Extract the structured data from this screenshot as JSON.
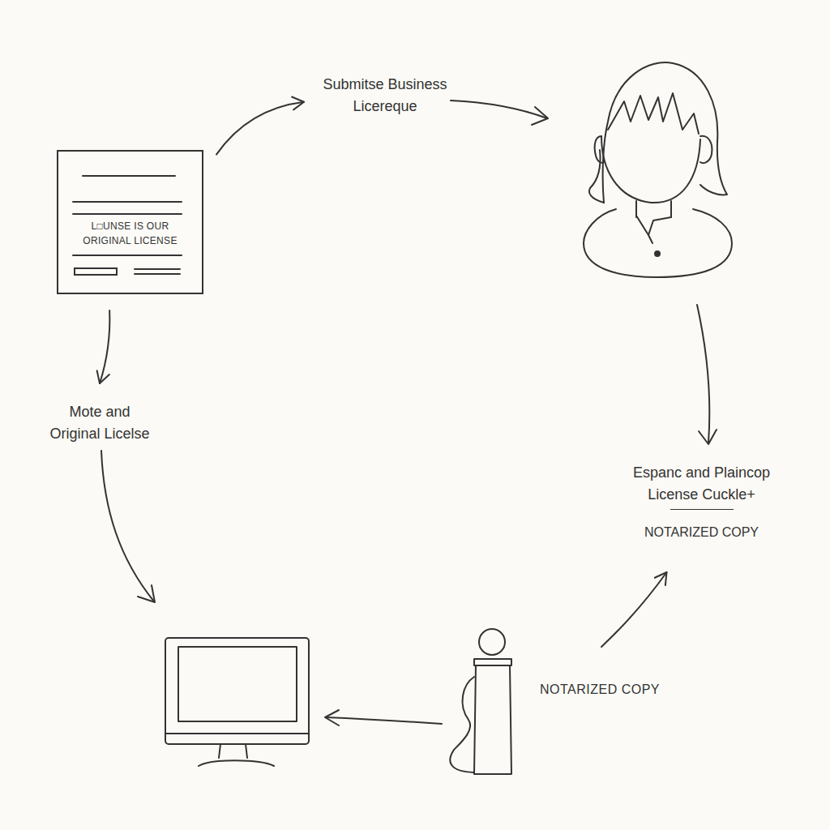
{
  "diagram": {
    "nodes": [
      {
        "text": [
          "L□UNSE IS OUR ORIGINAL LICENSE"
        ]
      },
      {
        "text": [
          "Submitse Business Licereque"
        ]
      },
      {
        "text": [
          "Mote and Original Licelse"
        ]
      },
      {
        "text": [
          "Espanc and Plaincop License Cuckle+",
          "NOTARIZED COPY"
        ]
      },
      {
        "text": [
          "NOTARIZED COPY"
        ]
      }
    ],
    "edges": [
      {
        "from": 0,
        "to": 1,
        "arrow": "to"
      },
      {
        "from": 0,
        "to": 2,
        "arrow": "to"
      },
      {
        "from": 4,
        "to": 3,
        "arrow": "to"
      }
    ]
  }
}
